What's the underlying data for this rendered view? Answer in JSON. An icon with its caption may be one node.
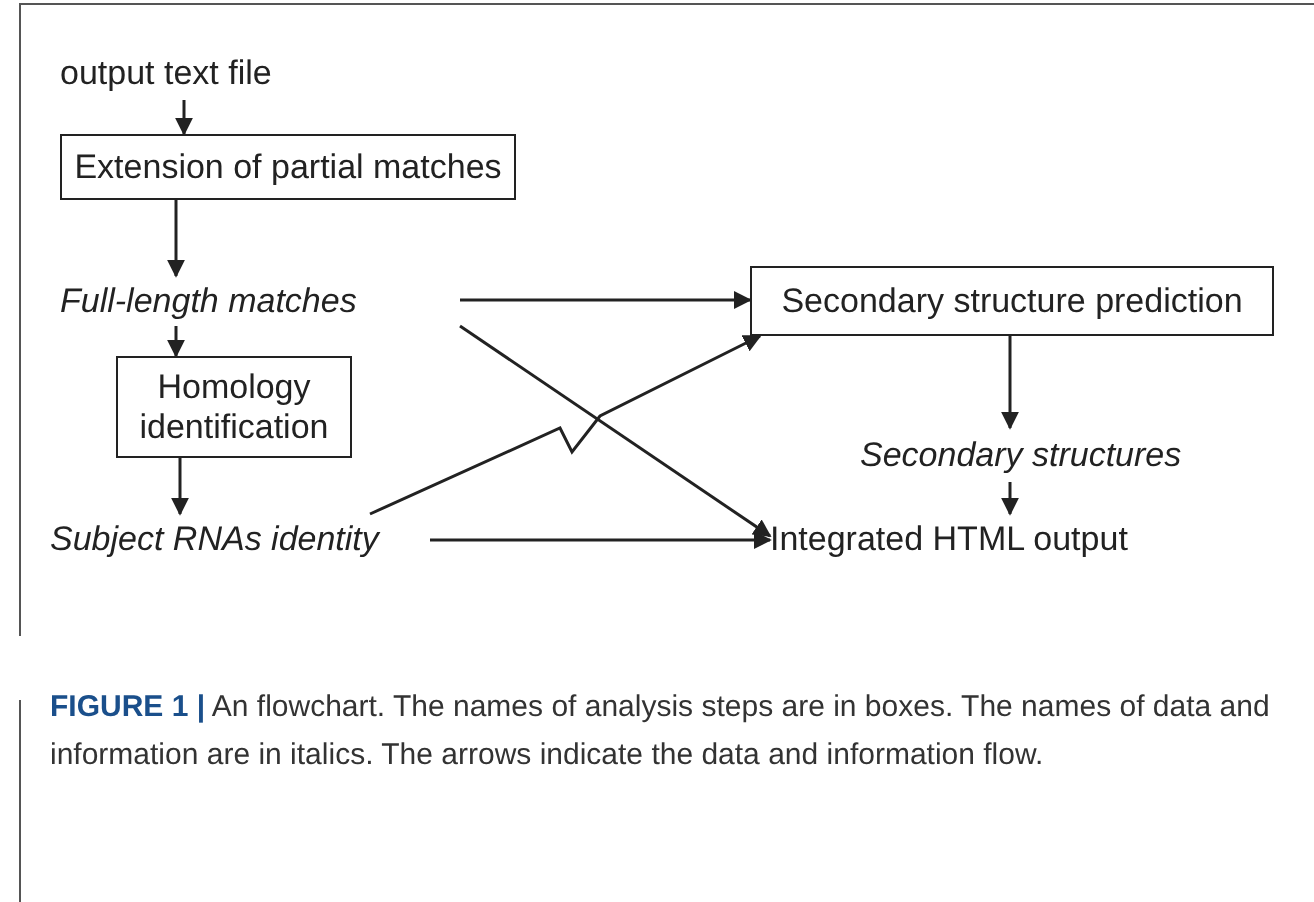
{
  "diagram": {
    "caption": "**FIGURE 1 |** An flowchart. The names of analysis steps are in boxes. The names of data and information are in italics. The arrows indicate the data and information flow.",
    "nodes": [
      {
        "text": [
          "output text file"
        ]
      },
      {
        "text": [
          "Extension of partial matches"
        ]
      },
      {
        "text": [
          "Full-length matches"
        ]
      },
      {
        "text": [
          "Secondary structure prediction"
        ]
      },
      {
        "text": [
          "Homology identification"
        ]
      },
      {
        "text": [
          "Secondary structures"
        ]
      },
      {
        "text": [
          "Subject RNAs identity"
        ]
      },
      {
        "text": [
          "Integrated HTML output"
        ]
      }
    ],
    "edges": [
      {
        "from": 0,
        "to": 1,
        "arrow": "to"
      },
      {
        "from": 1,
        "to": 2,
        "arrow": "to"
      },
      {
        "from": 2,
        "to": 4,
        "arrow": "to"
      },
      {
        "from": 2,
        "to": 3,
        "arrow": "to"
      },
      {
        "from": 2,
        "to": 7,
        "arrow": "to"
      },
      {
        "from": 4,
        "to": 6,
        "arrow": "to"
      },
      {
        "from": 6,
        "to": 3,
        "arrow": "to"
      },
      {
        "from": 6,
        "to": 7,
        "arrow": "to"
      },
      {
        "from": 3,
        "to": 5,
        "arrow": "to"
      },
      {
        "from": 5,
        "to": 7,
        "arrow": "to"
      }
    ]
  }
}
